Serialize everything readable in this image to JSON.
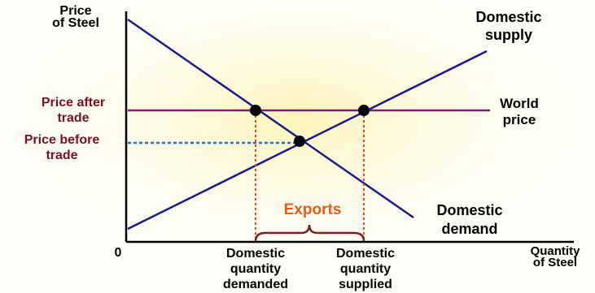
{
  "colors": {
    "background": "#fdfdf8",
    "glow": "#fff4b8",
    "axis": "#000000",
    "supply_demand": "#1a1a8c",
    "world_price": "#7a1e7a",
    "price_labels": "#7a1020",
    "before_trade_line": "#1e6fd0",
    "drop_lines": "#e24a1a",
    "exports": "#e85a1a",
    "brace": "#7a1e22",
    "dots": "#000000"
  },
  "labels": {
    "y_axis_line1": "Price",
    "y_axis_line2": "of Steel",
    "x_axis_line1": "Quantity",
    "x_axis_line2": "of Steel",
    "origin": "0",
    "domestic_supply_line1": "Domestic",
    "domestic_supply_line2": "supply",
    "world_price_line1": "World",
    "world_price_line2": "price",
    "domestic_demand_line1": "Domestic",
    "domestic_demand_line2": "demand",
    "price_after_line1": "Price after",
    "price_after_line2": "trade",
    "price_before_line1": "Price before",
    "price_before_line2": "trade",
    "exports": "Exports",
    "qd_line1": "Domestic",
    "qd_line2": "quantity",
    "qd_line3": "demanded",
    "qs_line1": "Domestic",
    "qs_line2": "quantity",
    "qs_line3": "supplied"
  }
}
